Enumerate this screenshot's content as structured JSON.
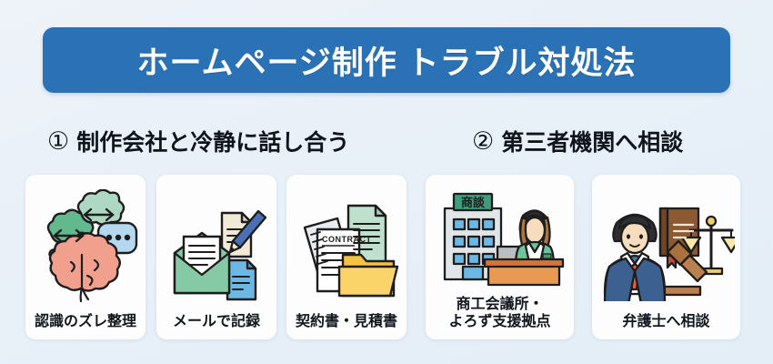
{
  "banner": {
    "title": "ホームページ制作 トラブル対処法",
    "background_color": "#2a72b5",
    "text_color": "#ffffff"
  },
  "page": {
    "background_color": "#e9f0f8",
    "card_background_color": "#fdfdfd"
  },
  "sections": [
    {
      "number": "①",
      "heading": "制作会社と冷静に話し合う",
      "cards": [
        {
          "label": "認識のズレ整理",
          "art_name": "brain-thought-bubbles-illustration",
          "colors": {
            "brain": "#f2a08e",
            "bubble_green_dark": "#63b98e",
            "bubble_green_light": "#aed7c4",
            "bubble_blue": "#b4d8ef"
          }
        },
        {
          "label": "メールで記録",
          "art_name": "email-documents-pencil-illustration",
          "colors": {
            "envelope": "#86c9a5",
            "letter": "#ffffff",
            "doc_beige": "#f0e9d6",
            "doc_blue": "#6cb8e4",
            "pencil": "#4a6fb5"
          }
        },
        {
          "label": "契約書・見積書",
          "art_name": "contract-documents-folder-illustration",
          "contract_text": "CONTRACT",
          "colors": {
            "doc_white": "#ffffff",
            "doc_gray": "#e8ecef",
            "doc_green": "#bfe0cd",
            "folder": "#f5c242"
          }
        }
      ]
    },
    {
      "number": "②",
      "heading": "第三者機関へ相談",
      "cards": [
        {
          "label": "商工会議所・\nよろず支援拠点",
          "art_name": "chamber-of-commerce-consultation-illustration",
          "building_sign_text": "商談",
          "colors": {
            "building": "#e2e5e7",
            "sign": "#3f9c7c",
            "window": "#6cb8e4",
            "desk": "#e89a52",
            "jacket": "#6cc49a"
          }
        },
        {
          "label": "弁護士へ相談",
          "art_name": "lawyer-scales-gavel-illustration",
          "colors": {
            "suit": "#4a73a8",
            "tie": "#e8613c",
            "book": "#8b5a33",
            "scales": "#f0d066",
            "gavel": "#a97140"
          }
        }
      ]
    }
  ]
}
